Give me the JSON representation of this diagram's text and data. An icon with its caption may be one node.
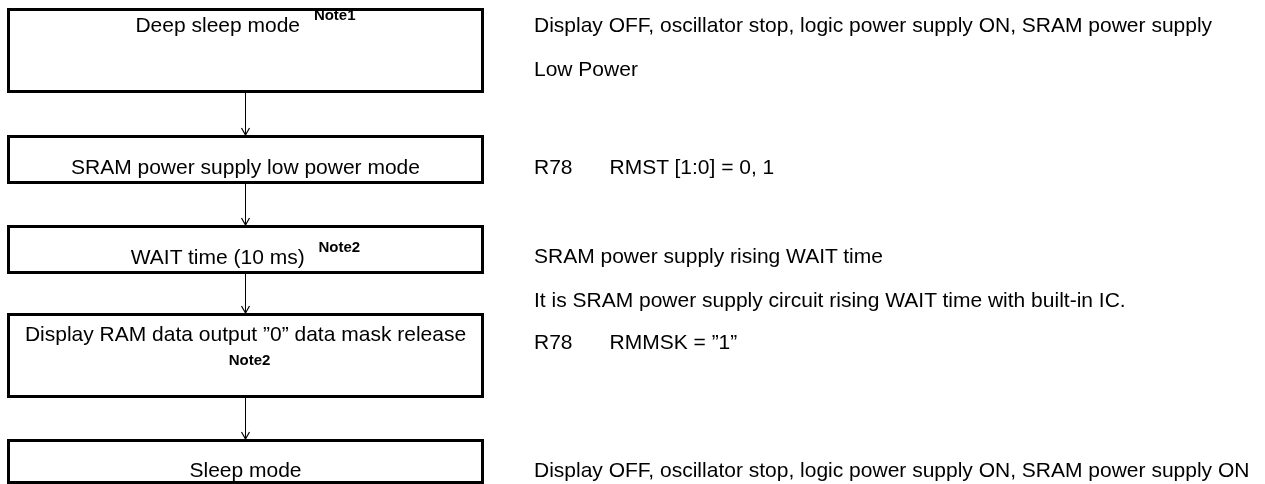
{
  "diagram": {
    "nodes": [
      {
        "text": [
          "Deep sleep mode $^{Note1}$"
        ],
        "beside": [
          "Display OFF, oscillator stop, logic power supply ON, SRAM power supply Low Power"
        ]
      },
      {
        "text": [
          "SRAM power supply low power mode"
        ],
        "beside": [
          "R78",
          "RMST [1:0] = 0, 1"
        ]
      },
      {
        "text": [
          "WAIT time (10 ms) $^{Note2}$"
        ],
        "beside": [
          "SRAM power supply rising WAIT time",
          "It is SRAM power supply circuit rising WAIT time with built-in IC."
        ]
      },
      {
        "text": [
          "Display RAM data output ”0” data mask release $^{Note2}$"
        ],
        "beside": [
          "R78",
          "RMMSK = ”1”"
        ]
      },
      {
        "text": [
          "Sleep mode"
        ],
        "beside": [
          "Display OFF, oscillator stop, logic power supply ON, SRAM power supply ON"
        ]
      }
    ],
    "edges": [
      {
        "from": 0,
        "to": 1,
        "arrow": "to"
      },
      {
        "from": 1,
        "to": 2,
        "arrow": "to"
      },
      {
        "from": 2,
        "to": 3,
        "arrow": "to"
      },
      {
        "from": 3,
        "to": 4,
        "arrow": "to"
      }
    ]
  }
}
